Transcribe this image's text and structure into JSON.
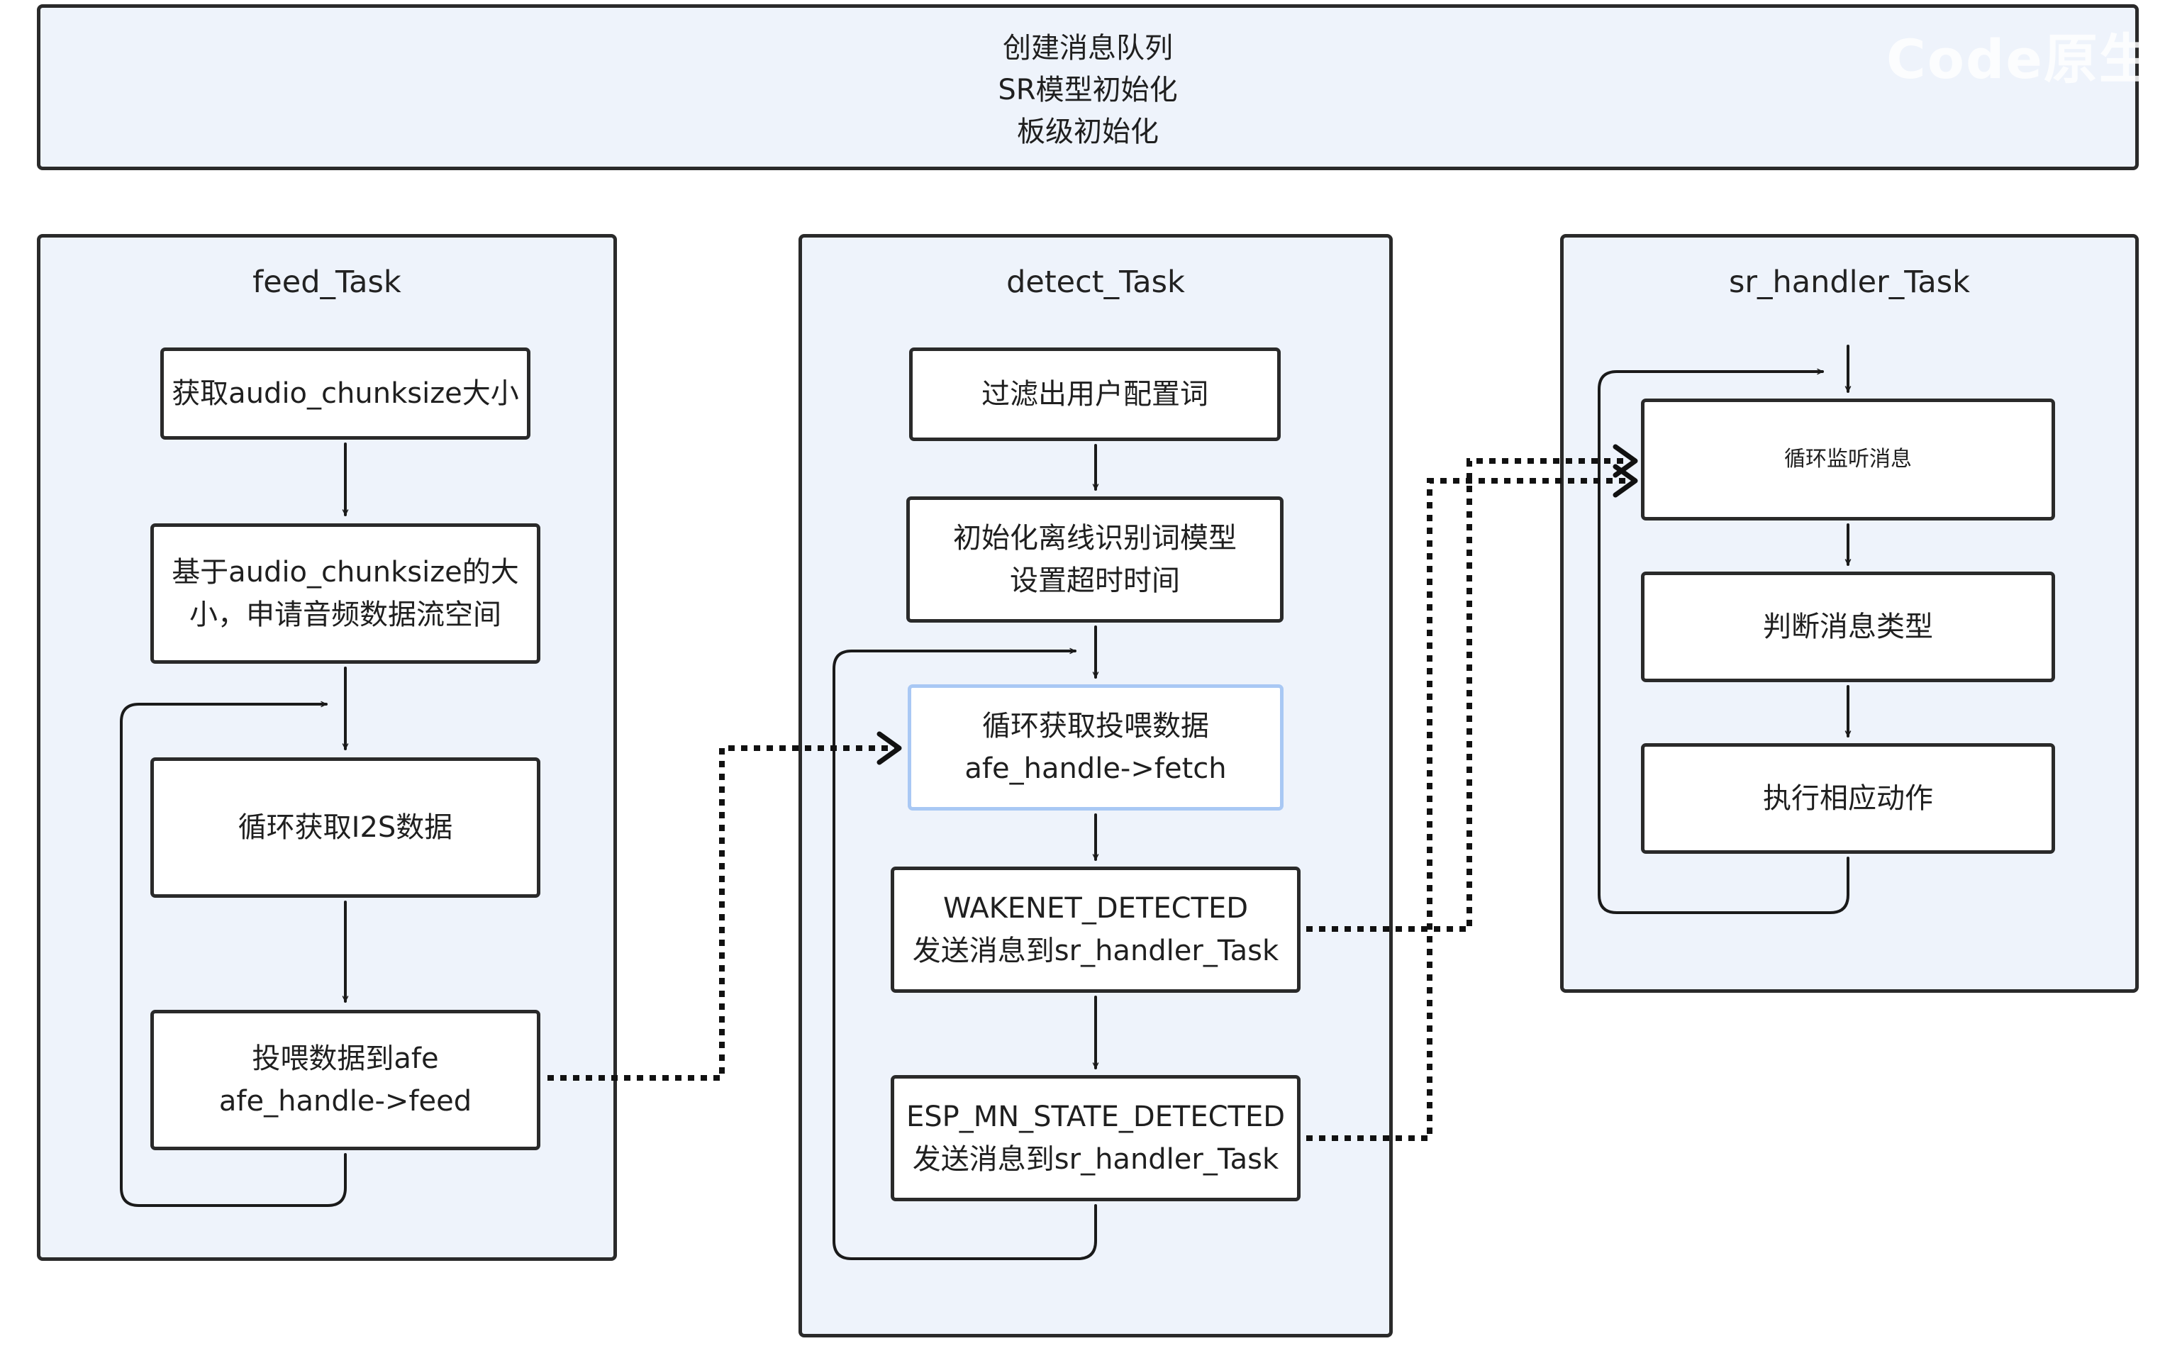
{
  "init_block": {
    "lines": [
      "创建消息队列",
      "SR模型初始化",
      "板级初始化"
    ]
  },
  "watermark": "Code原生",
  "panels": {
    "feed": {
      "title": "feed_Task",
      "steps": [
        [
          "获取audio_chunksize大小"
        ],
        [
          "基于audio_chunksize的大",
          "小，申请音频数据流空间"
        ],
        [
          "循环获取I2S数据"
        ],
        [
          "投喂数据到afe",
          "afe_handle->feed"
        ]
      ]
    },
    "detect": {
      "title": "detect_Task",
      "steps": [
        [
          "过滤出用户配置词"
        ],
        [
          "初始化离线识别词模型",
          "设置超时时间"
        ],
        [
          "循环获取投喂数据",
          "afe_handle->fetch"
        ],
        [
          "WAKENET_DETECTED",
          "发送消息到sr_handler_Task"
        ],
        [
          "ESP_MN_STATE_DETECTED",
          "发送消息到sr_handler_Task"
        ]
      ]
    },
    "sr_handler": {
      "title": "sr_handler_Task",
      "steps": [
        [
          "循环监听消息"
        ],
        [
          "判断消息类型"
        ],
        [
          "执行相应动作"
        ]
      ]
    }
  },
  "colors": {
    "panel_fill": "#eef3fb",
    "border": "#2a2a2a",
    "highlight_border": "#a9c8f4"
  }
}
